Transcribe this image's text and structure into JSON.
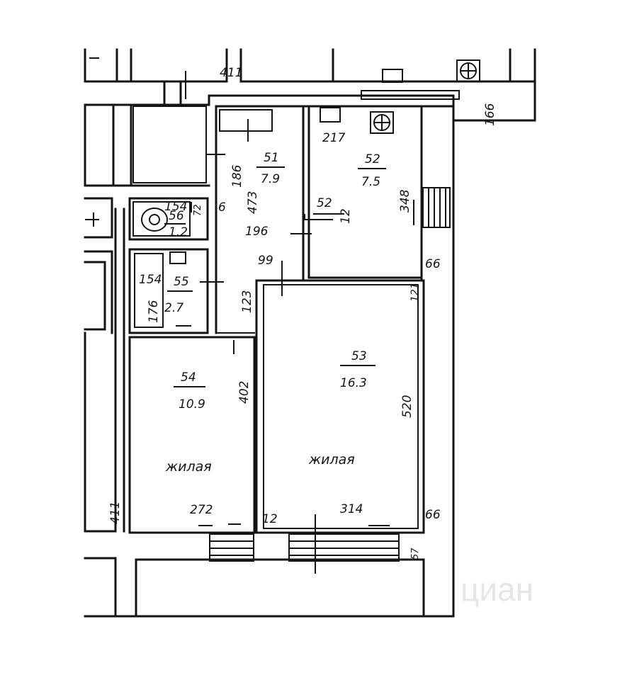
{
  "rooms": {
    "r51": {
      "number": "51",
      "area": "7.9"
    },
    "r52": {
      "number": "52",
      "area": "7.5"
    },
    "r53": {
      "number": "53",
      "area": "16.3",
      "type": "жилая"
    },
    "r54": {
      "number": "54",
      "area": "10.9",
      "type": "жилая"
    },
    "r55": {
      "number": "55",
      "area": "2.7"
    },
    "r56": {
      "number": "56",
      "area": "1.2"
    },
    "r52b": {
      "number": "52"
    }
  },
  "dimensions": {
    "d411_top": "411",
    "d166": "166",
    "d217": "217",
    "d186": "186",
    "d473": "473",
    "d348": "348",
    "d154_a": "154",
    "d72": "72",
    "d6": "6",
    "d12_a": "12",
    "d196": "196",
    "d99": "99",
    "d66_a": "66",
    "d154_b": "154",
    "d176": "176",
    "d123": "123",
    "d121": "121",
    "d402": "402",
    "d520": "520",
    "d411_bottom": "411",
    "d272": "272",
    "d12_b": "12",
    "d314": "314",
    "d66_b": "66",
    "d57": "57"
  },
  "watermark": "циан"
}
